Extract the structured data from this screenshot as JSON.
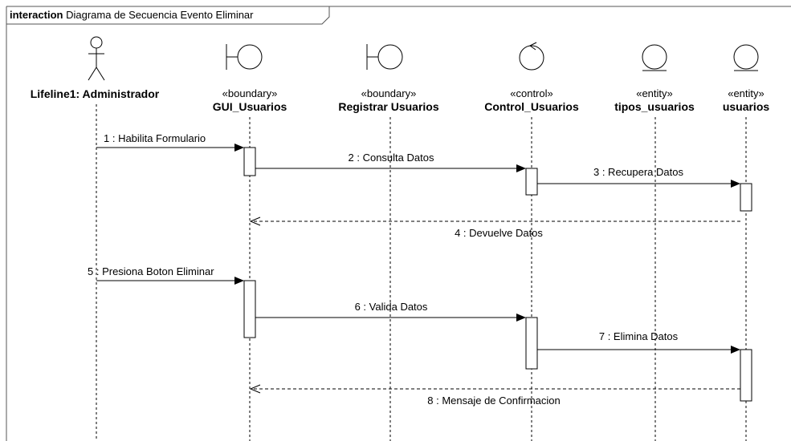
{
  "frame": {
    "keyword": "interaction",
    "title": "Diagrama de Secuencia Evento Eliminar"
  },
  "lifelines": [
    {
      "id": "admin",
      "kind": "actor",
      "stereotype": "",
      "name": "Lifeline1: Administrador",
      "icon": "actor-icon"
    },
    {
      "id": "gui",
      "kind": "boundary",
      "stereotype": "«boundary»",
      "name": "GUI_Usuarios",
      "icon": "boundary-icon"
    },
    {
      "id": "reg",
      "kind": "boundary",
      "stereotype": "«boundary»",
      "name": "Registrar Usuarios",
      "icon": "boundary-icon"
    },
    {
      "id": "ctrl",
      "kind": "control",
      "stereotype": "«control»",
      "name": "Control_Usuarios",
      "icon": "control-icon"
    },
    {
      "id": "tipos",
      "kind": "entity",
      "stereotype": "«entity»",
      "name": "tipos_usuarios",
      "icon": "entity-icon"
    },
    {
      "id": "usr",
      "kind": "entity",
      "stereotype": "«entity»",
      "name": "usuarios",
      "icon": "entity-icon"
    }
  ],
  "messages": [
    {
      "label": "1 : Habilita Formulario",
      "from": "admin",
      "to": "gui",
      "kind": "sync"
    },
    {
      "label": "2 : Consulta Datos",
      "from": "gui",
      "to": "ctrl",
      "kind": "sync"
    },
    {
      "label": "3 : Recupera Datos",
      "from": "ctrl",
      "to": "usr",
      "kind": "sync"
    },
    {
      "label": "4 : Devuelve Datos",
      "from": "usr",
      "to": "gui",
      "kind": "return"
    },
    {
      "label": "5 : Presiona Boton Eliminar",
      "from": "admin",
      "to": "gui",
      "kind": "sync"
    },
    {
      "label": "6 : Valida Datos",
      "from": "gui",
      "to": "ctrl",
      "kind": "sync"
    },
    {
      "label": "7 : Elimina Datos",
      "from": "ctrl",
      "to": "usr",
      "kind": "sync"
    },
    {
      "label": "8 : Mensaje de Confirmacion",
      "from": "usr",
      "to": "gui",
      "kind": "return"
    }
  ]
}
